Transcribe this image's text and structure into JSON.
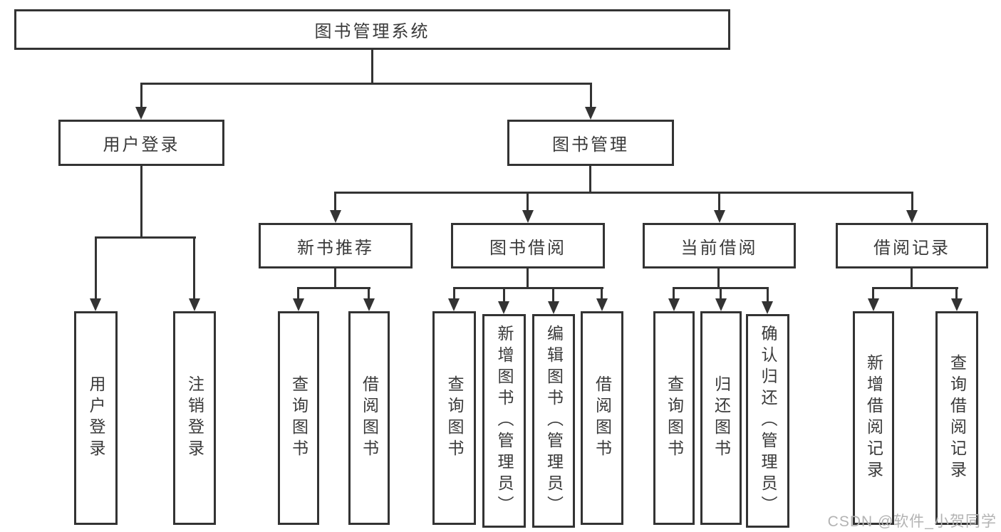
{
  "tree": {
    "root": "图书管理系统",
    "branches": [
      {
        "label": "用户登录",
        "children": [
          "用户登录",
          "注销登录"
        ]
      },
      {
        "label": "图书管理",
        "groups": [
          {
            "label": "新书推荐",
            "children": [
              "查询图书",
              "借阅图书"
            ]
          },
          {
            "label": "图书借阅",
            "children": [
              "查询图书",
              "新增图书（管理员）",
              "编辑图书（管理员）",
              "借阅图书"
            ]
          },
          {
            "label": "当前借阅",
            "children": [
              "查询图书",
              "归还图书",
              "确认归还（管理员）"
            ]
          },
          {
            "label": "借阅记录",
            "children": [
              "新增借阅记录",
              "查询借阅记录"
            ]
          }
        ]
      }
    ]
  },
  "watermark": "CSDN @软件_小贺同学",
  "colors": {
    "line": "#333333",
    "text": "#3a3a3a",
    "watermark": "#b3b3b3",
    "background": "#ffffff"
  }
}
